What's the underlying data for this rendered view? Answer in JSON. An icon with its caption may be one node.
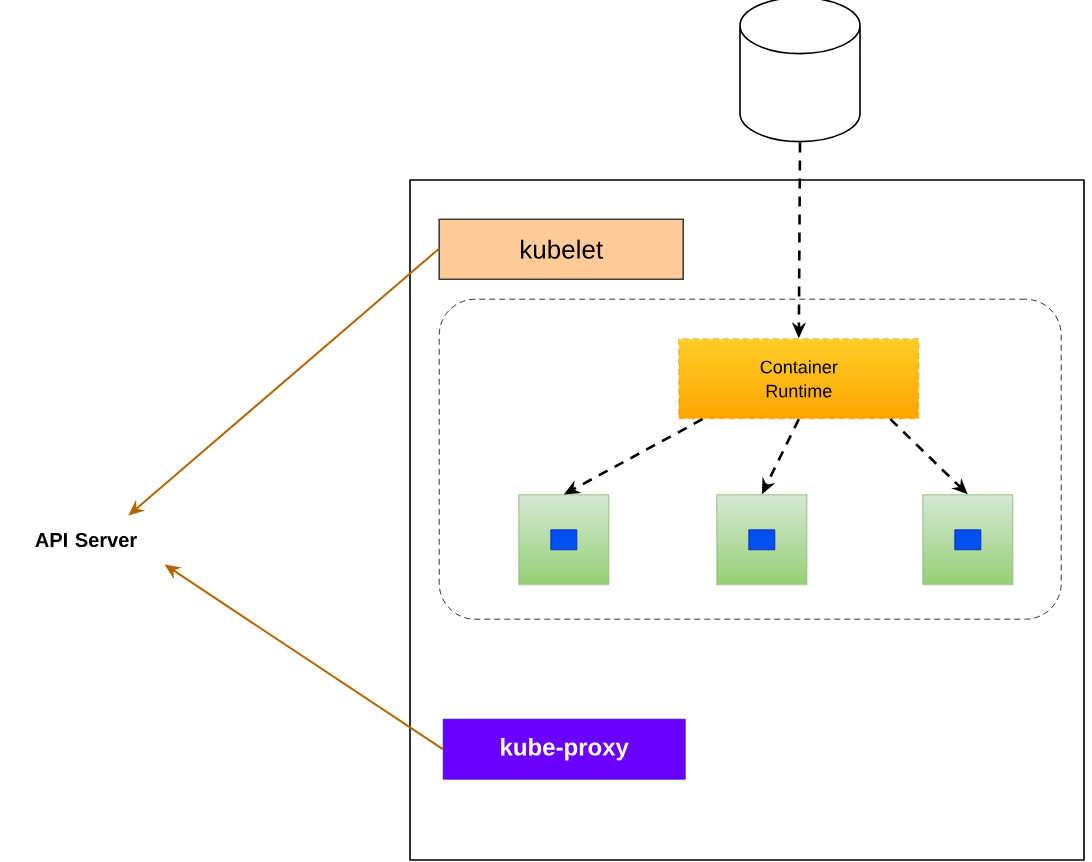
{
  "diagram": {
    "nodes": [
      {
        "text": [],
        "shape": "cylinder"
      },
      {
        "text": [],
        "shape": "box"
      },
      {
        "text": [
          "kubelet"
        ],
        "in": 1
      },
      {
        "text": [],
        "shape": "box",
        "in": 1
      },
      {
        "text": [
          "Container Runtime"
        ],
        "in": 3
      },
      {
        "text": [],
        "shape": "box",
        "in": 3
      },
      {
        "text": [],
        "shape": "box",
        "in": 3
      },
      {
        "text": [],
        "shape": "box",
        "in": 3
      },
      {
        "text": [
          "kube-proxy"
        ],
        "in": 1
      },
      {
        "text": [
          "API Server"
        ]
      }
    ],
    "edges": [
      {
        "from": 0,
        "to": 4,
        "arrow": "to",
        "style": "dashed"
      },
      {
        "from": 4,
        "to": 5,
        "arrow": "to",
        "style": "dashed"
      },
      {
        "from": 4,
        "to": 6,
        "arrow": "to",
        "style": "dashed"
      },
      {
        "from": 4,
        "to": 7,
        "arrow": "to",
        "style": "dashed"
      },
      {
        "from": 2,
        "to": 9,
        "arrow": "to",
        "color": "#b46504"
      },
      {
        "from": 8,
        "to": 9,
        "arrow": "to",
        "color": "#b46504"
      }
    ]
  }
}
